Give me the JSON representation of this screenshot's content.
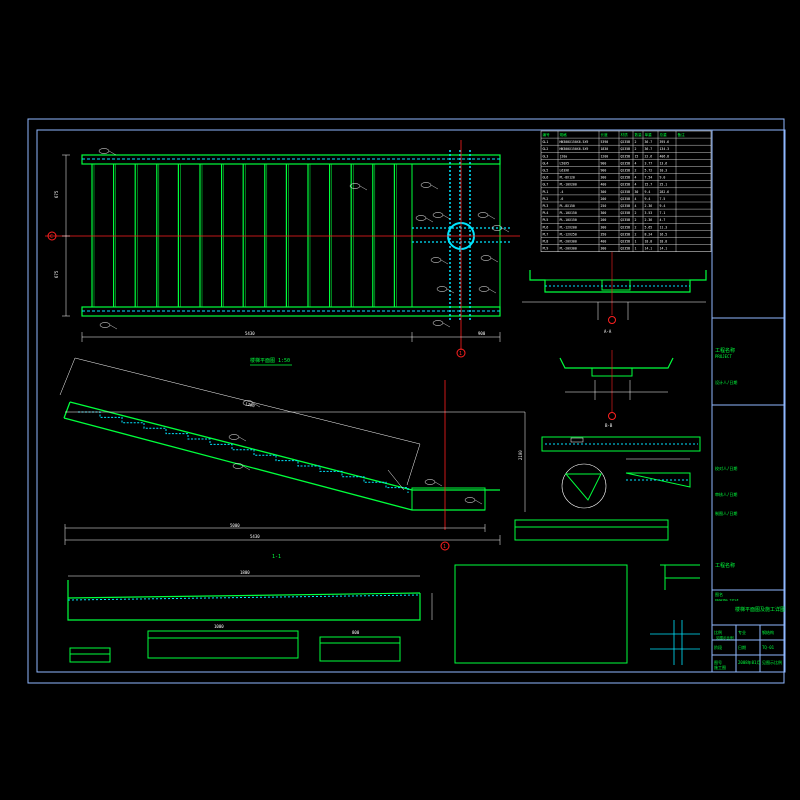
{
  "drawing": {
    "title_block": {
      "project_label": "工程名称",
      "project_sub": "PROJECT",
      "design_row": "设计人/日期",
      "check_row": "校对人/日期",
      "approve_row": "审核人/日期",
      "draw_row": "制图人/日期",
      "drawing_name_label": "图名",
      "drawing_name_sub": "DRAWING TITLE",
      "drawing_name": "楼梯平面图及施工详图",
      "scale_label": "比例",
      "scale_value": "见图示比例",
      "sheet_label": "图号",
      "sheet_value": "TQ-01",
      "discipline_label": "专业",
      "discipline_value": "钢结构",
      "date_label": "日期",
      "date_value": "2008年01月",
      "stage_label": "阶段",
      "stage_value": "施工图"
    },
    "table": {
      "headers": [
        "编号",
        "规格",
        "长度",
        "材质",
        "数量",
        "单重",
        "总重",
        "备注"
      ],
      "rows": [
        [
          "GL1",
          "HN300X150X6.5X9",
          "5390",
          "Q235B",
          "2",
          "36.7",
          "395.6",
          ""
        ],
        [
          "GL2",
          "HN300X150X6.5X9",
          "1830",
          "Q235B",
          "2",
          "36.7",
          "134.3",
          ""
        ],
        [
          "GL3",
          "[20a",
          "1200",
          "Q235B",
          "15",
          "22.6",
          "406.8",
          ""
        ],
        [
          "GL4",
          "L50X5",
          "900",
          "Q235B",
          "4",
          "3.77",
          "13.6",
          ""
        ],
        [
          "GL5",
          "L63X6",
          "900",
          "Q235B",
          "2",
          "5.72",
          "10.3",
          ""
        ],
        [
          "GL6",
          "PL-8X120",
          "300",
          "Q235B",
          "4",
          "7.54",
          "9.0",
          ""
        ],
        [
          "GL7",
          "PL-10X200",
          "400",
          "Q235B",
          "4",
          "15.7",
          "25.1",
          ""
        ],
        [
          "PL1",
          "-4",
          "300",
          "Q235B",
          "30",
          "9.4",
          "282.6",
          ""
        ],
        [
          "PL2",
          "-6",
          "200",
          "Q235B",
          "4",
          "9.4",
          "7.5",
          ""
        ],
        [
          "PL3",
          "PL-8X150",
          "250",
          "Q235B",
          "4",
          "2.36",
          "9.4",
          ""
        ],
        [
          "PL4",
          "PL-10X150",
          "300",
          "Q235B",
          "2",
          "3.53",
          "7.1",
          ""
        ],
        [
          "PL5",
          "PL-10X150",
          "200",
          "Q235B",
          "2",
          "2.36",
          "4.7",
          ""
        ],
        [
          "PL6",
          "PL-12X200",
          "300",
          "Q235B",
          "2",
          "5.65",
          "11.3",
          ""
        ],
        [
          "PL7",
          "PL-12X250",
          "350",
          "Q235B",
          "2",
          "8.24",
          "16.5",
          ""
        ],
        [
          "PL8",
          "PL-20X300",
          "400",
          "Q235B",
          "1",
          "18.8",
          "18.8",
          ""
        ],
        [
          "PL9",
          "PL-20X300",
          "300",
          "Q235B",
          "1",
          "14.1",
          "14.1",
          ""
        ]
      ]
    },
    "views": {
      "plan_title": "楼梯平面图 1:50",
      "elevation_title": "1-1",
      "section_a": "A-A",
      "section_b": "B-B",
      "axis_1": "1",
      "axis_c": "C"
    },
    "dimensions": {
      "plan_width": "5430",
      "plan_right": "900",
      "plan_depth_top": "675",
      "plan_depth_bottom": "675",
      "elev_total": "5430",
      "elev_span": "5000",
      "elev_run": "1200",
      "elev_rise": "2100",
      "part_len_1": "1800",
      "part_len_2": "1000",
      "part_len_3": "800"
    },
    "colors": {
      "frame": "#8fb8ff",
      "green": "#00ff3c",
      "cyan": "#00e5ff",
      "white": "#ffffff",
      "red": "#ff2020"
    }
  }
}
